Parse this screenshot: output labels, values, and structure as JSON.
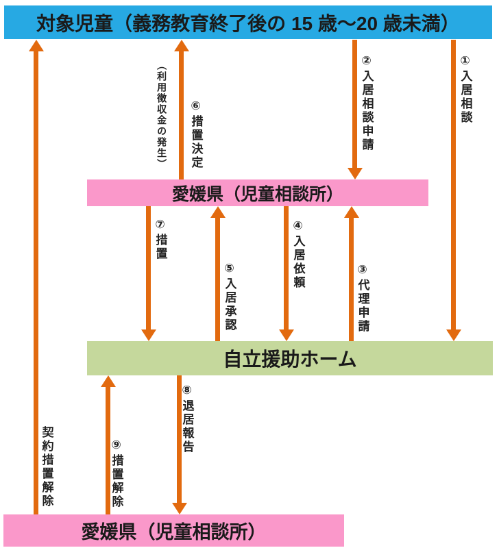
{
  "colors": {
    "banner_blue": "#27a9e3",
    "banner_pink": "#fa98ca",
    "banner_green": "#c5d89c",
    "arrow_orange": "#e26a0f"
  },
  "banners": {
    "target_children": "対象児童（義務教育終了後の 15 歳～20 歳未満）",
    "prefecture_top": "愛媛県（児童相談所）",
    "support_home": "自立援助ホーム",
    "prefecture_bottom": "愛媛県（児童相談所）"
  },
  "flow_labels": {
    "step1": "①入居相談",
    "step2": "②入居相談申請",
    "step3": "③代理申請",
    "step4": "④入居依頼",
    "step5": "⑤入居承認",
    "step6": "⑥措置決定",
    "step6_note": "（利用徴収金の発生）",
    "step7": "⑦措置",
    "step8": "⑧退居報告",
    "step9": "⑨措置解除",
    "contract_release": "契約措置解除"
  }
}
